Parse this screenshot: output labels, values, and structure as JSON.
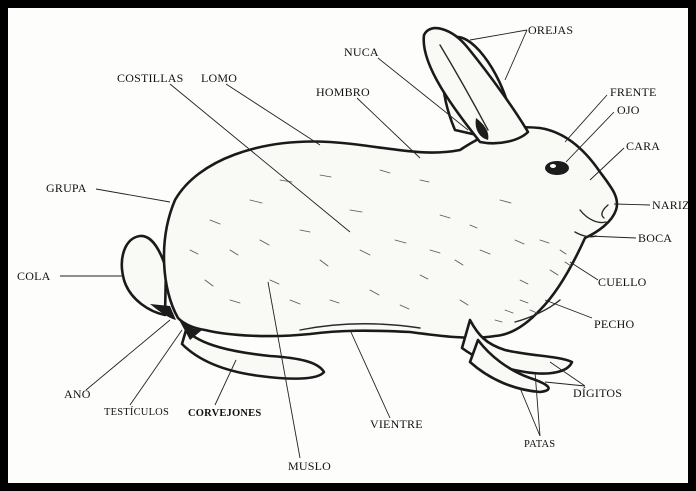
{
  "figure": {
    "subject": "rabbit",
    "labels": {
      "orejas": "OREJAS",
      "nuca": "NUCA",
      "frente": "FRENTE",
      "ojo": "OJO",
      "costillas": "COSTILLAS",
      "lomo": "LOMO",
      "hombro": "HOMBRO",
      "cara": "CARA",
      "grupa": "GRUPA",
      "nariz": "NARIZ",
      "boca": "BOCA",
      "cola": "COLA",
      "cuello": "CUELLO",
      "pecho": "PECHO",
      "digitos": "DÍGITOS",
      "ano": "ANO",
      "testiculos": "TESTÍCULOS",
      "corvejones": "CORVEJONES",
      "vientre": "VIENTRE",
      "patas": "PATAS",
      "muslo": "MUSLO"
    },
    "colors": {
      "ink": "#111111",
      "paper": "#fdfdfb",
      "frame": "#000000"
    }
  }
}
